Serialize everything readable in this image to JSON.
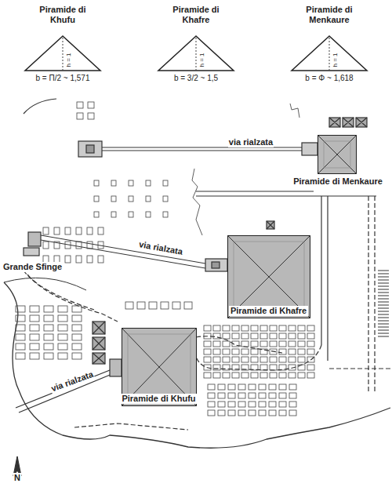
{
  "diagram": {
    "nodes": [
      {
        "text": [
          "Piramide di Khufu",
          "h = 1",
          "b = Π/2 ~ 1,571"
        ]
      },
      {
        "text": [
          "Piramide di Khafre",
          "h = 1",
          "b = 3/2 ~ 1,5"
        ]
      },
      {
        "text": [
          "Piramide di Menkaure",
          "h = 1",
          "b = Φ ~ 1,618"
        ]
      },
      {
        "text": [
          "Piramide di Menkaure"
        ]
      },
      {
        "text": [
          "Piramide di Khafre"
        ]
      },
      {
        "text": [
          "Piramide di Khufu"
        ]
      }
    ],
    "labels": [
      "via rialzata",
      "via rialzata",
      "via rialzata",
      "Grande Sfinge",
      "N"
    ]
  }
}
